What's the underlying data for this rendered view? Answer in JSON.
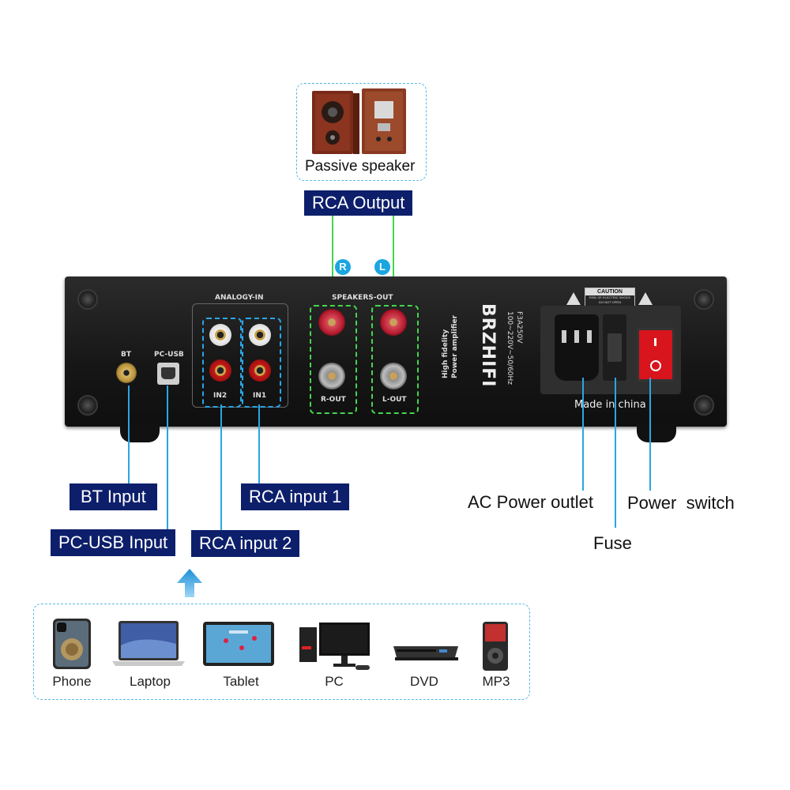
{
  "top": {
    "speaker_caption": "Passive speaker",
    "rca_output_label": "RCA Output",
    "badge_r": "R",
    "badge_l": "L"
  },
  "panel": {
    "bt_text": "BT",
    "pcusb_text": "PC-USB",
    "analogy_in_text": "ANALOGY-IN",
    "speakers_out_text": "SPEAKERS-OUT",
    "in2_text": "IN2",
    "in1_text": "IN1",
    "rout_text": "R-OUT",
    "lout_text": "L-OUT",
    "brand_logo": "BRZHIFI",
    "hifi_line1": "High fidelity",
    "hifi_line2": "Power amplifier",
    "rating_line1": "F3A250V",
    "rating_line2": "100~220V~50/60Hz",
    "caution_text": "CAUTION",
    "caution_sub1": "RISK OF ELECTRIC SHOCK",
    "caution_sub2": "DO NOT OPEN",
    "made_in": "Made in china"
  },
  "callouts": {
    "bt_input": "BT Input",
    "pcusb_input": "PC-USB Input",
    "rca_input_1": "RCA input 1",
    "rca_input_2": "RCA input 2",
    "ac_power_outlet": "AC Power outlet",
    "power_switch": "Power  switch",
    "fuse": "Fuse"
  },
  "devices": [
    {
      "label": "Phone",
      "icon": "phone-icon"
    },
    {
      "label": "Laptop",
      "icon": "laptop-icon"
    },
    {
      "label": "Tablet",
      "icon": "tablet-icon"
    },
    {
      "label": "PC",
      "icon": "pc-icon"
    },
    {
      "label": "DVD",
      "icon": "dvd-icon"
    },
    {
      "label": "MP3",
      "icon": "mp3-icon"
    }
  ],
  "colors": {
    "label_bg": "#0d1f6b",
    "callout_line": "#2aa6e6",
    "output_line": "#44d64c",
    "dashed_border": "#5bb8e6",
    "switch_red": "#d8141c"
  }
}
